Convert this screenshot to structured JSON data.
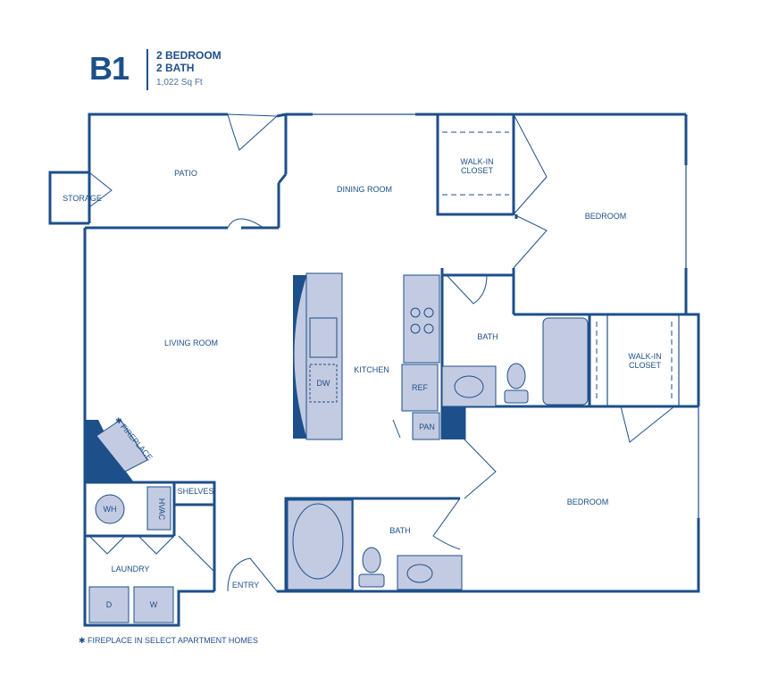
{
  "header": {
    "plan_code": "B1",
    "line1": "2 BEDROOM",
    "line2": "2 BATH",
    "line3": "1,022 Sq Ft"
  },
  "rooms": {
    "patio": "PATIO",
    "storage": "STORAGE",
    "dining_room": "DINING ROOM",
    "walkin_closet_1_line1": "WALK-IN",
    "walkin_closet_1_line2": "CLOSET",
    "bedroom_1": "BEDROOM",
    "living_room": "LIVING ROOM",
    "kitchen": "KITCHEN",
    "bath_1": "BATH",
    "walkin_closet_2_line1": "WALK-IN",
    "walkin_closet_2_line2": "CLOSET",
    "fireplace": "✱ FIREPLACE",
    "shelves": "SHELVES",
    "hvac": "HVAC",
    "wh": "WH",
    "laundry": "LAUNDRY",
    "dryer": "D",
    "washer": "W",
    "entry": "ENTRY",
    "bath_2": "BATH",
    "bedroom_2": "BEDROOM",
    "dw": "DW",
    "ref": "REF",
    "pan": "PAN"
  },
  "footnote": "✱ FIREPLACE IN SELECT APARTMENT HOMES",
  "colors": {
    "wall": "#1d4f8a",
    "fixture_fill": "#c3cbe2",
    "fixture_stroke": "#1d4f8a"
  }
}
